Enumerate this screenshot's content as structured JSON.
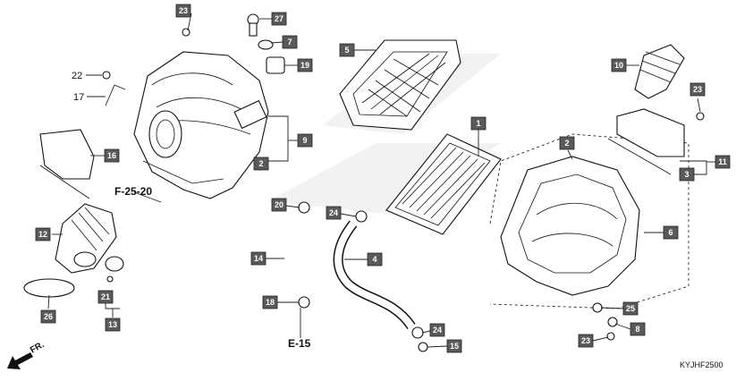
{
  "diagram": {
    "references": {
      "left": "F-25-20",
      "bottom": "E-15"
    },
    "diagram_code": "KYJHF2500",
    "direction_label": "FR.",
    "callouts": [
      {
        "id": "c23a",
        "label": "23"
      },
      {
        "id": "c27",
        "label": "27"
      },
      {
        "id": "c7",
        "label": "7"
      },
      {
        "id": "c19",
        "label": "19"
      },
      {
        "id": "c22",
        "label": "22"
      },
      {
        "id": "c17",
        "label": "17"
      },
      {
        "id": "c9",
        "label": "9"
      },
      {
        "id": "c2a",
        "label": "2"
      },
      {
        "id": "c16",
        "label": "16"
      },
      {
        "id": "c12",
        "label": "12"
      },
      {
        "id": "c26a",
        "label": "26"
      },
      {
        "id": "c21",
        "label": "21"
      },
      {
        "id": "c13",
        "label": "13"
      },
      {
        "id": "c5",
        "label": "5"
      },
      {
        "id": "c1",
        "label": "1"
      },
      {
        "id": "c20",
        "label": "20"
      },
      {
        "id": "c24a",
        "label": "24"
      },
      {
        "id": "c14",
        "label": "14"
      },
      {
        "id": "c4",
        "label": "4"
      },
      {
        "id": "c18",
        "label": "18"
      },
      {
        "id": "c24b",
        "label": "24"
      },
      {
        "id": "c15",
        "label": "15"
      },
      {
        "id": "c10",
        "label": "10"
      },
      {
        "id": "c23b",
        "label": "23"
      },
      {
        "id": "c11",
        "label": "11"
      },
      {
        "id": "c3",
        "label": "3"
      },
      {
        "id": "c2b",
        "label": "2"
      },
      {
        "id": "c6",
        "label": "6"
      },
      {
        "id": "c25",
        "label": "25"
      },
      {
        "id": "c8",
        "label": "8"
      },
      {
        "id": "c23c",
        "label": "23"
      }
    ]
  }
}
